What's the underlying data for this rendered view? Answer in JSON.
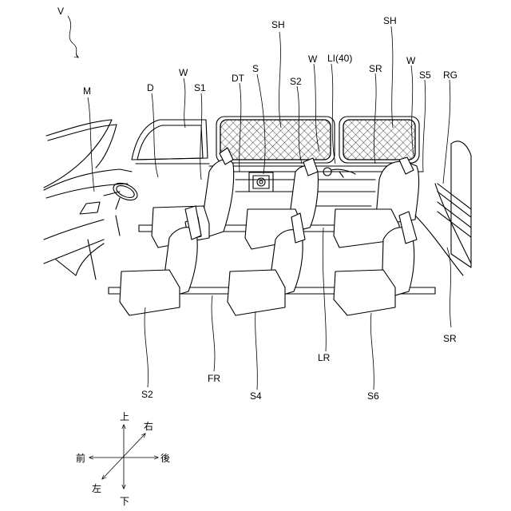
{
  "labels": {
    "V": "V",
    "M": "M",
    "D": "D",
    "W1": "W",
    "S1": "S1",
    "DT": "DT",
    "S": "S",
    "SH1": "SH",
    "S2_top": "S2",
    "W2": "W",
    "LI": "LI(40)",
    "SR_top": "SR",
    "SH2": "SH",
    "W3": "W",
    "S5": "S5",
    "RG": "RG",
    "SR_right": "SR",
    "LR": "LR",
    "S2_bottom": "S2",
    "FR": "FR",
    "S4": "S4",
    "S6": "S6"
  },
  "compass": {
    "up": "上",
    "down": "下",
    "front": "前",
    "rear": "後",
    "right": "右",
    "left": "左"
  }
}
